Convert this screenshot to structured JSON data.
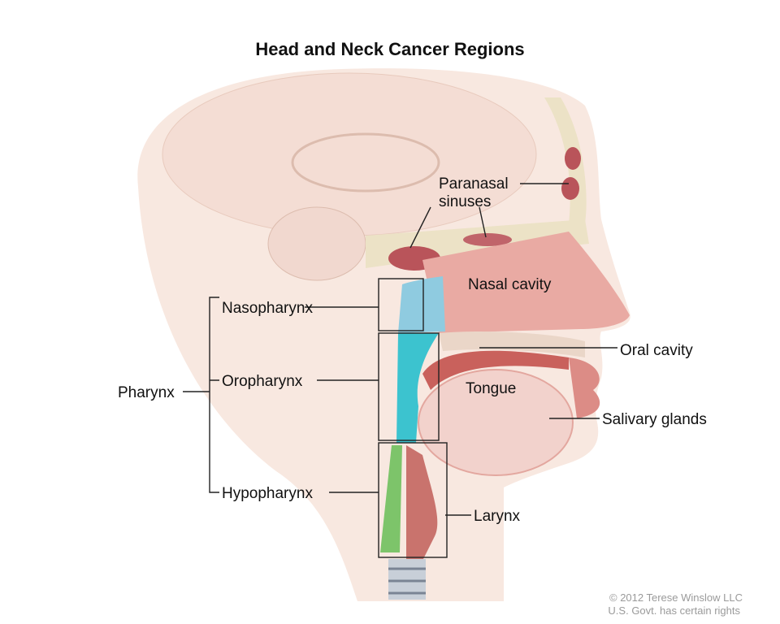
{
  "title": "Head and Neck Cancer Regions",
  "labels": {
    "paranasal_line1": "Paranasal",
    "paranasal_line2": "sinuses",
    "nasal_cavity": "Nasal cavity",
    "oral_cavity": "Oral cavity",
    "tongue": "Tongue",
    "salivary_glands": "Salivary glands",
    "larynx": "Larynx",
    "pharynx": "Pharynx",
    "nasopharynx": "Nasopharynx",
    "oropharynx": "Oropharynx",
    "hypopharynx": "Hypopharynx"
  },
  "copyright": {
    "line1": "© 2012 Terese Winslow LLC",
    "line2": "U.S. Govt. has certain rights"
  },
  "colors": {
    "skin": "#f6e3da",
    "tissue": "#e7a39c",
    "nasopharynx": "#8fcbe0",
    "oropharynx": "#3cc3cf",
    "hypopharynx": "#7dc46a",
    "bone": "#ebe3c9"
  }
}
